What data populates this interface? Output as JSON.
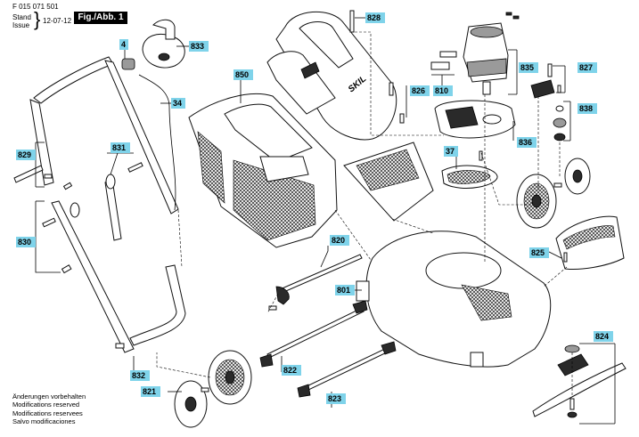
{
  "header": {
    "doc_number": "F 015 071 501",
    "stand_label": "Stand",
    "issue_label": "Issue",
    "date": "12-07-12",
    "fig_label": "Fig./Abb. 1"
  },
  "notes": [
    "Änderungen vorbehalten",
    "Modifications reserved",
    "Modifications reservees",
    "Salvo modificaciones"
  ],
  "brand_mark": "SKIL",
  "part_labels": {
    "p4": "4",
    "p833": "833",
    "p34": "34",
    "p850": "850",
    "p828": "828",
    "p826": "826",
    "p810": "810",
    "p835": "835",
    "p827": "827",
    "p838": "838",
    "p836": "836",
    "p37": "37",
    "p829": "829",
    "p831": "831",
    "p830": "830",
    "p820": "820",
    "p801": "801",
    "p825": "825",
    "p822": "822",
    "p823": "823",
    "p832": "832",
    "p821": "821",
    "p824": "824"
  },
  "colors": {
    "label_fill": "#7fd3ea",
    "line": "#000000"
  }
}
